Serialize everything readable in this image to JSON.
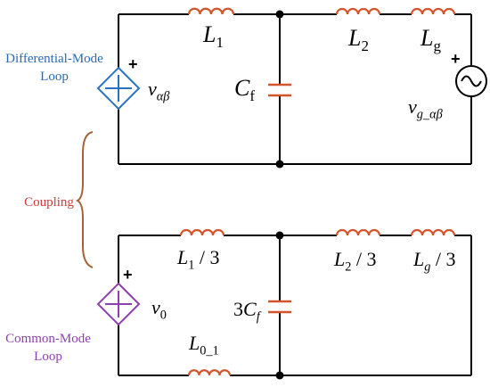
{
  "annotations": {
    "differential_loop": [
      "Differential-Mode",
      "Loop"
    ],
    "coupling": "Coupling",
    "common_loop": [
      "Common-Mode",
      "Loop"
    ]
  },
  "top_circuit": {
    "l1": {
      "sym": "L",
      "sub": "1"
    },
    "l2": {
      "sym": "L",
      "sub": "2"
    },
    "lg": {
      "sym": "L",
      "sub": "g"
    },
    "cf": {
      "sym": "C",
      "sub": "f"
    },
    "source": {
      "sym": "v",
      "sub": "αβ"
    },
    "grid": {
      "sym": "v",
      "sub": "g_αβ"
    }
  },
  "bottom_circuit": {
    "l1": {
      "sym": "L",
      "sub": "1",
      "suffix": " / 3"
    },
    "l2": {
      "sym": "L",
      "sub": "2",
      "suffix": " / 3"
    },
    "lg": {
      "sym": "L",
      "sub": "g",
      "suffix": " / 3"
    },
    "cf": {
      "prefix": "3",
      "sym": "C",
      "sub": "f"
    },
    "source": {
      "sym": "v",
      "sub": "0"
    },
    "l0": {
      "sym": "L",
      "sub": "0_1"
    }
  },
  "polarity": "+",
  "colors": {
    "inductor": "#d2552b",
    "differential": "#2a73c2",
    "common": "#8e3fae",
    "coupling": "#d23a3a",
    "wire": "#000000"
  }
}
